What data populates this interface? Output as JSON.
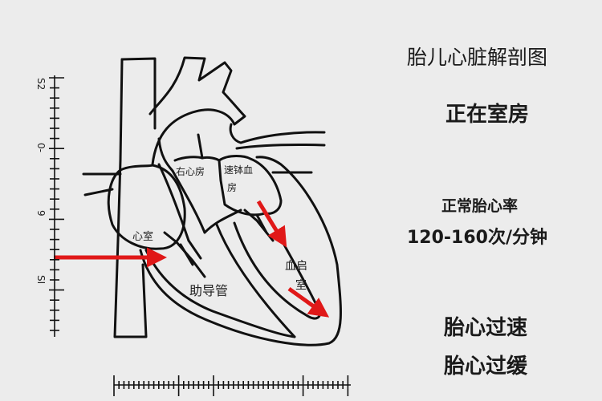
{
  "title": "胎儿心脏解剖图",
  "status": "正在室房",
  "normal_rate_label": "正常胎心率",
  "normal_rate_range": "120-160次/分钟",
  "conditions": [
    "胎心过速",
    "胎心过缓"
  ],
  "heart_labels": {
    "right_atrium": "右心房",
    "left_atrium_line1": "速钵血",
    "left_atrium_line2": "房",
    "ventricle": "心室",
    "ductus": "助导管",
    "blood_chamber_line1": "血启",
    "blood_chamber_line2": "室"
  },
  "ruler_labels": [
    "S2",
    "0-",
    "9",
    "SI"
  ],
  "colors": {
    "background": "#ececec",
    "outline": "#111111",
    "arrow": "#e01818"
  }
}
